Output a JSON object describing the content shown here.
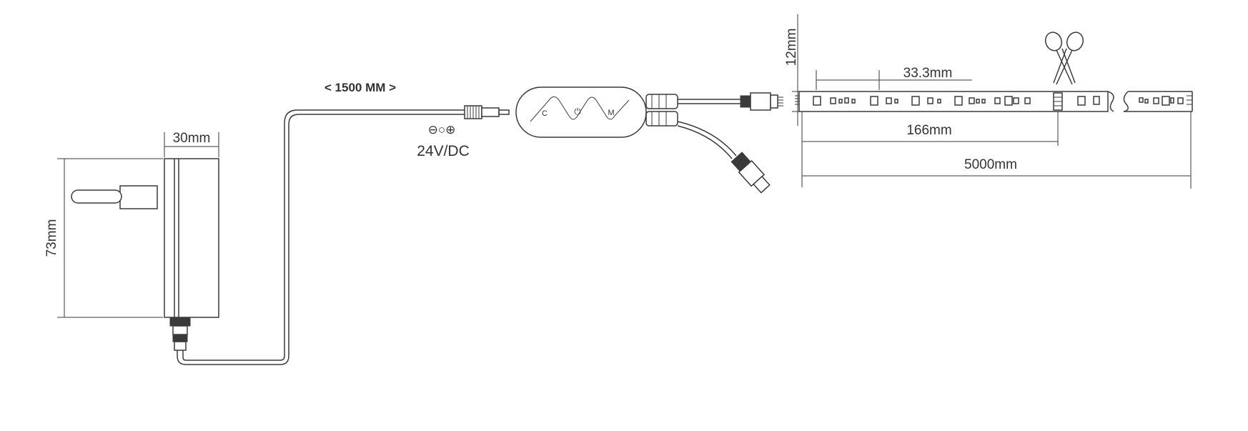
{
  "dimensions": {
    "adapter_width": "30mm",
    "adapter_height": "73mm",
    "cable_length": "< 1500 MM >",
    "strip_height": "12mm",
    "led_pitch": "33.3mm",
    "cut_segment": "166mm",
    "strip_length": "5000mm"
  },
  "power": {
    "polarity_symbols": "⊖○⊕",
    "voltage": "24V/DC"
  },
  "controller": {
    "button_left": "C",
    "button_center": "⏻",
    "button_right": "M"
  },
  "icons": [
    "scissors-icon",
    "power-plug-icon",
    "dc-jack-icon",
    "connector-icon"
  ]
}
